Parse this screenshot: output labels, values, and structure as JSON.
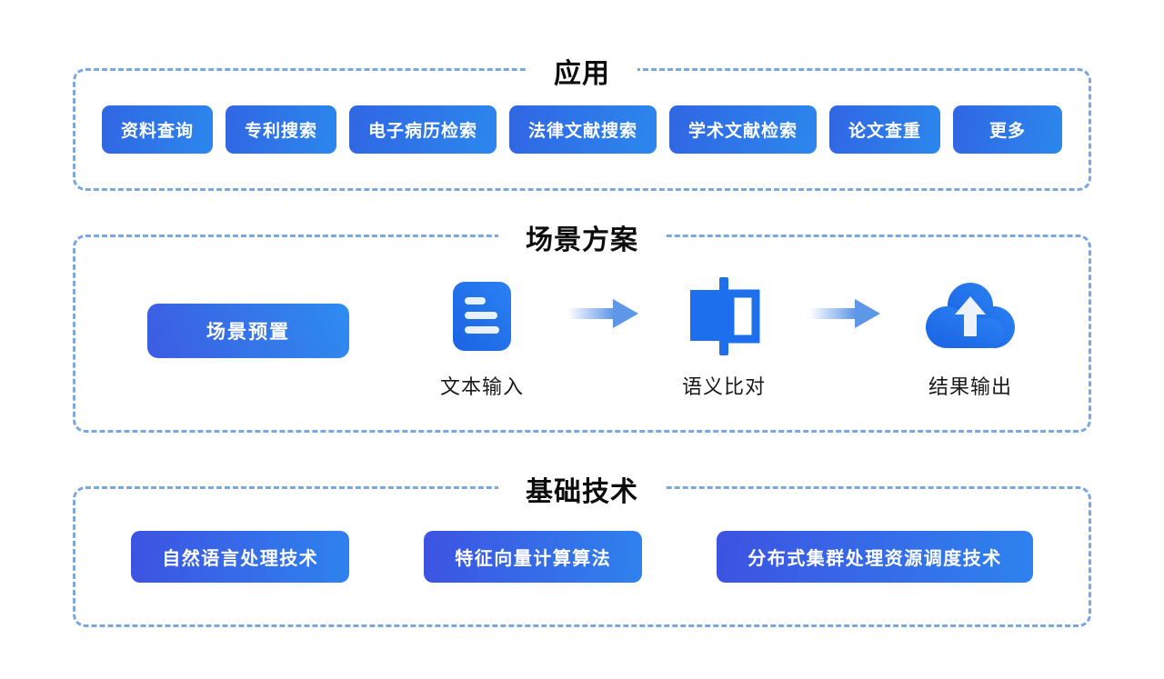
{
  "colors": {
    "dashed_border": "#7aa7dd",
    "button_gradient_start": "#3066e3",
    "button_gradient_end": "#2c87ee",
    "icon_blue": "#1e6fee",
    "arrow_blue": "#5f97e8",
    "title_color": "#0d0d0d",
    "label_color": "#1a1a1a",
    "button_text": "#ffffff",
    "background": "#ffffff"
  },
  "sections": {
    "applications": {
      "title": "应用",
      "buttons": [
        {
          "label": "资料查询"
        },
        {
          "label": "专利搜索"
        },
        {
          "label": "电子病历检索"
        },
        {
          "label": "法律文献搜索"
        },
        {
          "label": "学术文献检索"
        },
        {
          "label": "论文查重"
        },
        {
          "label": "更多"
        }
      ]
    },
    "scenario": {
      "title": "场景方案",
      "preset_button": "场景预置",
      "flow": [
        {
          "icon": "document-icon",
          "label": "文本输入"
        },
        {
          "icon": "compare-icon",
          "label": "语义比对"
        },
        {
          "icon": "cloud-upload-icon",
          "label": "结果输出"
        }
      ]
    },
    "technology": {
      "title": "基础技术",
      "buttons": [
        {
          "label": "自然语言处理技术"
        },
        {
          "label": "特征向量计算算法"
        },
        {
          "label": "分布式集群处理资源调度技术"
        }
      ]
    }
  }
}
